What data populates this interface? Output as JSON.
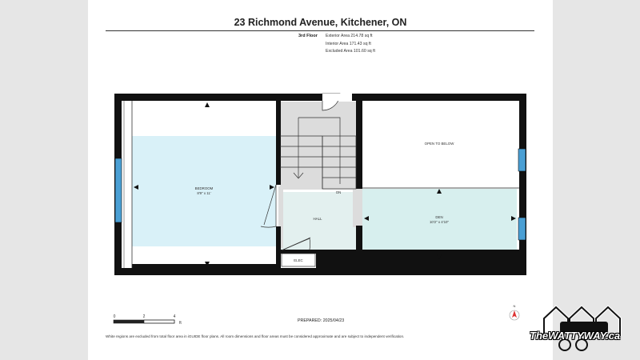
{
  "title": "23 Richmond Avenue, Kitchener, ON",
  "floor": {
    "label": "3rd Floor",
    "areas": [
      "Exterior Area 214.78 sq ft",
      "Interior Area 171.43 sq ft",
      "Excluded Area 101.60 sq ft"
    ]
  },
  "rooms": {
    "bedroom": {
      "name": "BEDROOM",
      "dims": "8'9\" x 11'"
    },
    "open_to_below": {
      "name": "OPEN TO BELOW"
    },
    "den": {
      "name": "DEN",
      "dims": "10'2\" x 4'10\""
    },
    "hall": {
      "name": "HALL"
    },
    "on": {
      "name": "ON"
    },
    "elec": {
      "name": "ELEC"
    }
  },
  "scale": {
    "ticks": [
      "0",
      "2",
      "4"
    ],
    "unit": "ft"
  },
  "compass": {
    "label": "N"
  },
  "prepared": "PREPARED: 2025/04/23",
  "disclaimer": "White regions are excluded from total floor area in iGUIDE floor plans. All room dimensions and floor areas must be considered approximate and are subject to independent verification.",
  "logo": {
    "text": "TheWATTYWAY.ca"
  },
  "colors": {
    "room_fill": "#d9f1f8",
    "den_fill": "#d7efee",
    "hall_fill": "#e3f0ef",
    "wall": "#111111",
    "window": "#4a9fd4",
    "stair": "#dadada"
  }
}
